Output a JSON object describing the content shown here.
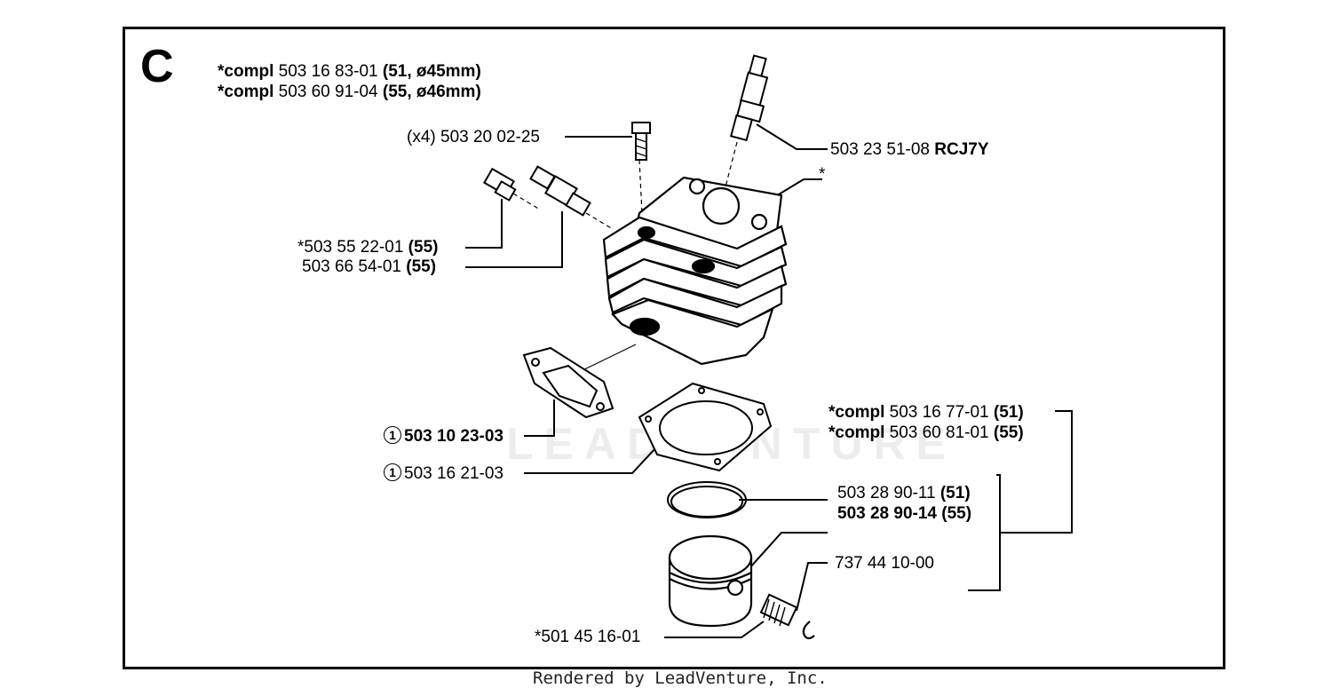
{
  "section_letter": "C",
  "cylinder_compl": [
    {
      "prefix": "*compl",
      "part": " 503 16 83-01 ",
      "spec": "(51, ø45mm)"
    },
    {
      "prefix": "*compl",
      "part": " 503 60 91-04 ",
      "spec": "(55, ø46mm)"
    }
  ],
  "bolt": {
    "qty": "(x4)",
    "part": "503 20 02-25"
  },
  "spark_plug": {
    "part": "503 23 51-08 ",
    "model": "RCJ7Y"
  },
  "star_callout": "*",
  "decomp_valve": {
    "part": "*503 55 22-01 ",
    "spec": "(55)"
  },
  "valve_2": {
    "part": "503 66 54-01 ",
    "spec": "(55)"
  },
  "exhaust_gasket": {
    "marker": "1",
    "part": "503 10 23-03"
  },
  "base_gasket": {
    "marker": "1",
    "part": "503 16 21-03"
  },
  "piston_compl": [
    {
      "prefix": "*compl",
      "part": " 503 16 77-01 ",
      "spec": "(51)"
    },
    {
      "prefix": "*compl",
      "part": " 503 60 81-01 ",
      "spec": "(55)"
    }
  ],
  "piston_ring": [
    {
      "part": "503 28 90-11 ",
      "spec": "(51)"
    },
    {
      "part": "503 28 90-14 (55)"
    }
  ],
  "needle_bearing": {
    "part": "737 44 10-00"
  },
  "piston_pin": {
    "part": "*501 45 16-01"
  },
  "watermark": "LEADVENTURE",
  "footer": "Rendered by LeadVenture, Inc."
}
